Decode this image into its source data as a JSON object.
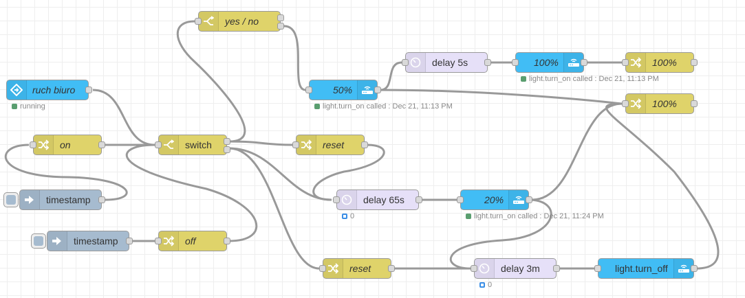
{
  "colors": {
    "function": "#dfd36a",
    "delay": "#e6e0f8",
    "home_assistant": "#41bdf5",
    "inject": "#a6bbcf",
    "wire": "#999999",
    "status_green": "#5a9e6f",
    "status_blue": "#3a8ee6"
  },
  "nodes": {
    "ruch_biuro": {
      "label": "ruch biuro",
      "icon": "events-state-icon",
      "status": "running",
      "status_color": "#5a9e6f"
    },
    "on": {
      "label": "on",
      "icon": "shuffle-icon"
    },
    "timestamp1": {
      "label": "timestamp",
      "icon": "arrow-right-icon"
    },
    "timestamp2": {
      "label": "timestamp",
      "icon": "arrow-right-icon"
    },
    "switch": {
      "label": "switch",
      "icon": "switch-icon"
    },
    "off": {
      "label": "off",
      "icon": "shuffle-icon"
    },
    "yes_no": {
      "label": "yes / no",
      "icon": "switch-icon"
    },
    "light_50": {
      "label": "50%",
      "icon": "router-icon",
      "status": "light.turn_on called : Dec 21, 11:13 PM",
      "status_color": "#5a9e6f"
    },
    "reset_top": {
      "label": "reset",
      "icon": "shuffle-icon"
    },
    "delay_5s": {
      "label": "delay 5s",
      "icon": "clock-icon"
    },
    "light_100": {
      "label": "100%",
      "icon": "router-icon",
      "status": "light.turn_on called : Dec 21, 11:13 PM",
      "status_color": "#5a9e6f"
    },
    "change_100a": {
      "label": "100%",
      "icon": "shuffle-icon"
    },
    "change_100b": {
      "label": "100%",
      "icon": "shuffle-icon"
    },
    "delay_65s": {
      "label": "delay 65s",
      "icon": "clock-icon",
      "status": "0",
      "status_color": "#3a8ee6"
    },
    "light_20": {
      "label": "20%",
      "icon": "router-icon",
      "status": "light.turn_on called : Dec 21, 11:24 PM",
      "status_color": "#5a9e6f"
    },
    "reset_bottom": {
      "label": "reset",
      "icon": "shuffle-icon"
    },
    "delay_3m": {
      "label": "delay 3m",
      "icon": "clock-icon",
      "status": "0",
      "status_color": "#3a8ee6"
    },
    "light_off": {
      "label": "light.turn_off",
      "icon": "router-icon"
    }
  }
}
